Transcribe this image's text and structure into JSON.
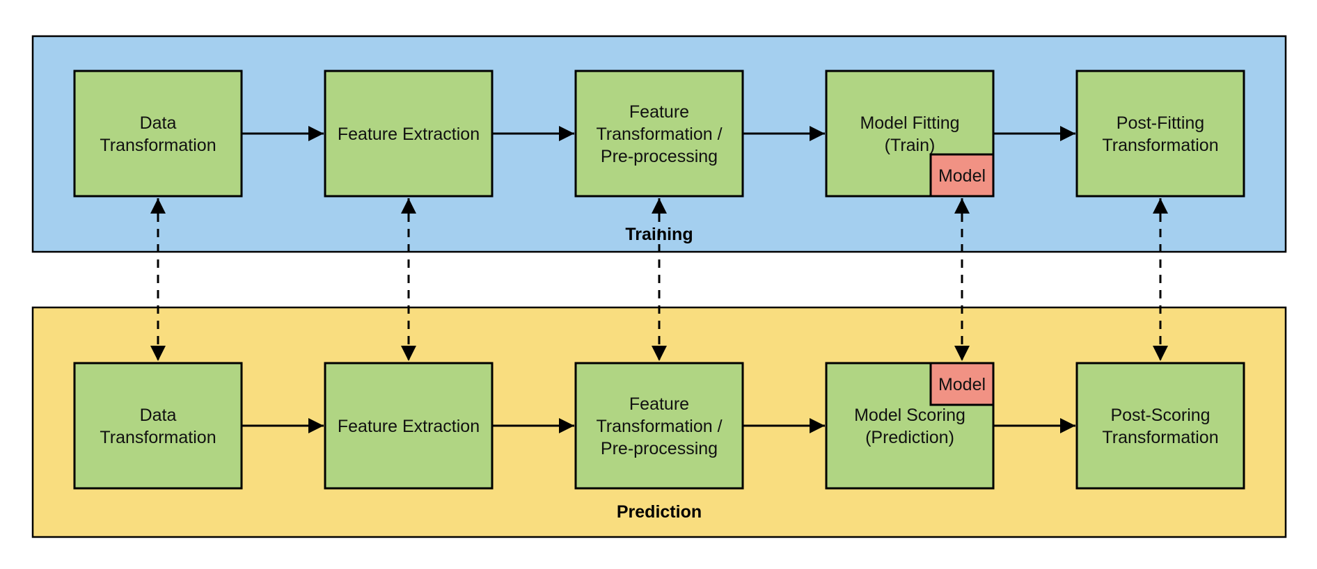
{
  "diagram": {
    "lanes": [
      {
        "id": "training",
        "label": "Training",
        "color": "#a4cfef",
        "steps": [
          {
            "lines": [
              "Data",
              "Transformation"
            ]
          },
          {
            "lines": [
              "Feature Extraction"
            ]
          },
          {
            "lines": [
              "Feature",
              "Transformation /",
              "Pre-processing"
            ]
          },
          {
            "lines": [
              "Model Fitting",
              "(Train)"
            ],
            "badge": "Model"
          },
          {
            "lines": [
              "Post-Fitting",
              "Transformation"
            ]
          }
        ]
      },
      {
        "id": "prediction",
        "label": "Prediction",
        "color": "#f9dd7f",
        "steps": [
          {
            "lines": [
              "Data",
              "Transformation"
            ]
          },
          {
            "lines": [
              "Feature Extraction"
            ]
          },
          {
            "lines": [
              "Feature",
              "Transformation /",
              "Pre-processing"
            ]
          },
          {
            "lines": [
              "Model Scoring",
              "(Prediction)"
            ],
            "badge": "Model"
          },
          {
            "lines": [
              "Post-Scoring",
              "Transformation"
            ]
          }
        ]
      }
    ],
    "colors": {
      "step_fill": "#b0d583",
      "model_badge_fill": "#f19284"
    },
    "connections": {
      "solid_arrows": "sequential within each lane",
      "dashed_bidirectional": "between corresponding training and prediction steps"
    }
  }
}
